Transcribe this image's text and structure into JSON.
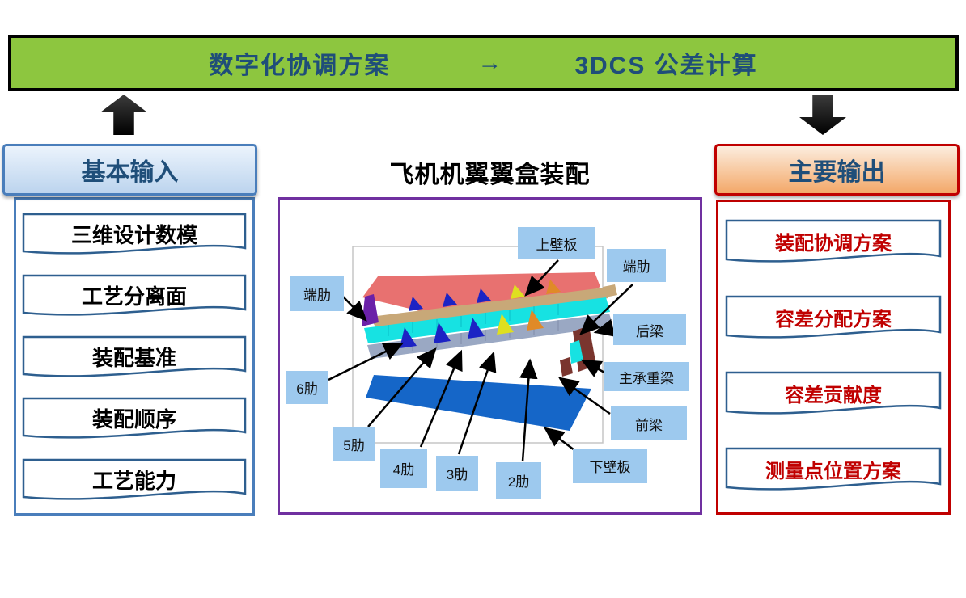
{
  "banner": {
    "phase_from": "数字化协调方案",
    "arrow": "→",
    "phase_to": "3DCS 公差计算"
  },
  "input_panel": {
    "title": "基本输入",
    "items": [
      "三维设计数模",
      "工艺分离面",
      "装配基准",
      "装配顺序",
      "工艺能力"
    ]
  },
  "output_panel": {
    "title": "主要输出",
    "items": [
      "装配协调方案",
      "容差分配方案",
      "容差贡献度",
      "测量点位置方案"
    ]
  },
  "center": {
    "title": "飞机机翼翼盒装配",
    "labels": {
      "upper_panel": "上壁板",
      "end_rib_right": "端肋",
      "end_rib_left": "端肋",
      "rear_spar": "后梁",
      "main_bearing_spar": "主承重梁",
      "front_spar": "前梁",
      "lower_panel": "下壁板",
      "rib6": "6肋",
      "rib5": "5肋",
      "rib4": "4肋",
      "rib3": "3肋",
      "rib2": "2肋"
    }
  },
  "colors": {
    "banner_bg": "#8DC63F",
    "dark_blue_text": "#1F4E79",
    "blue_border": "#4A7EBB",
    "doc_border": "#2E5F8F",
    "red": "#C00000",
    "purple_border": "#7030A0",
    "label_bg": "#9DC9EE",
    "model": {
      "upper_panel": "#E87170",
      "rear_spar": "#C8A878",
      "cyan_beam": "#17E2E2",
      "front_spar": "#9AA8C3",
      "lower_panel": "#1566C8",
      "end_rib": "#6B21A8",
      "rib_blue": "#1C23C4",
      "rib_yellow": "#DFDF1F",
      "rib_orange": "#E08A28",
      "main_bearing": "#7A352E"
    }
  }
}
